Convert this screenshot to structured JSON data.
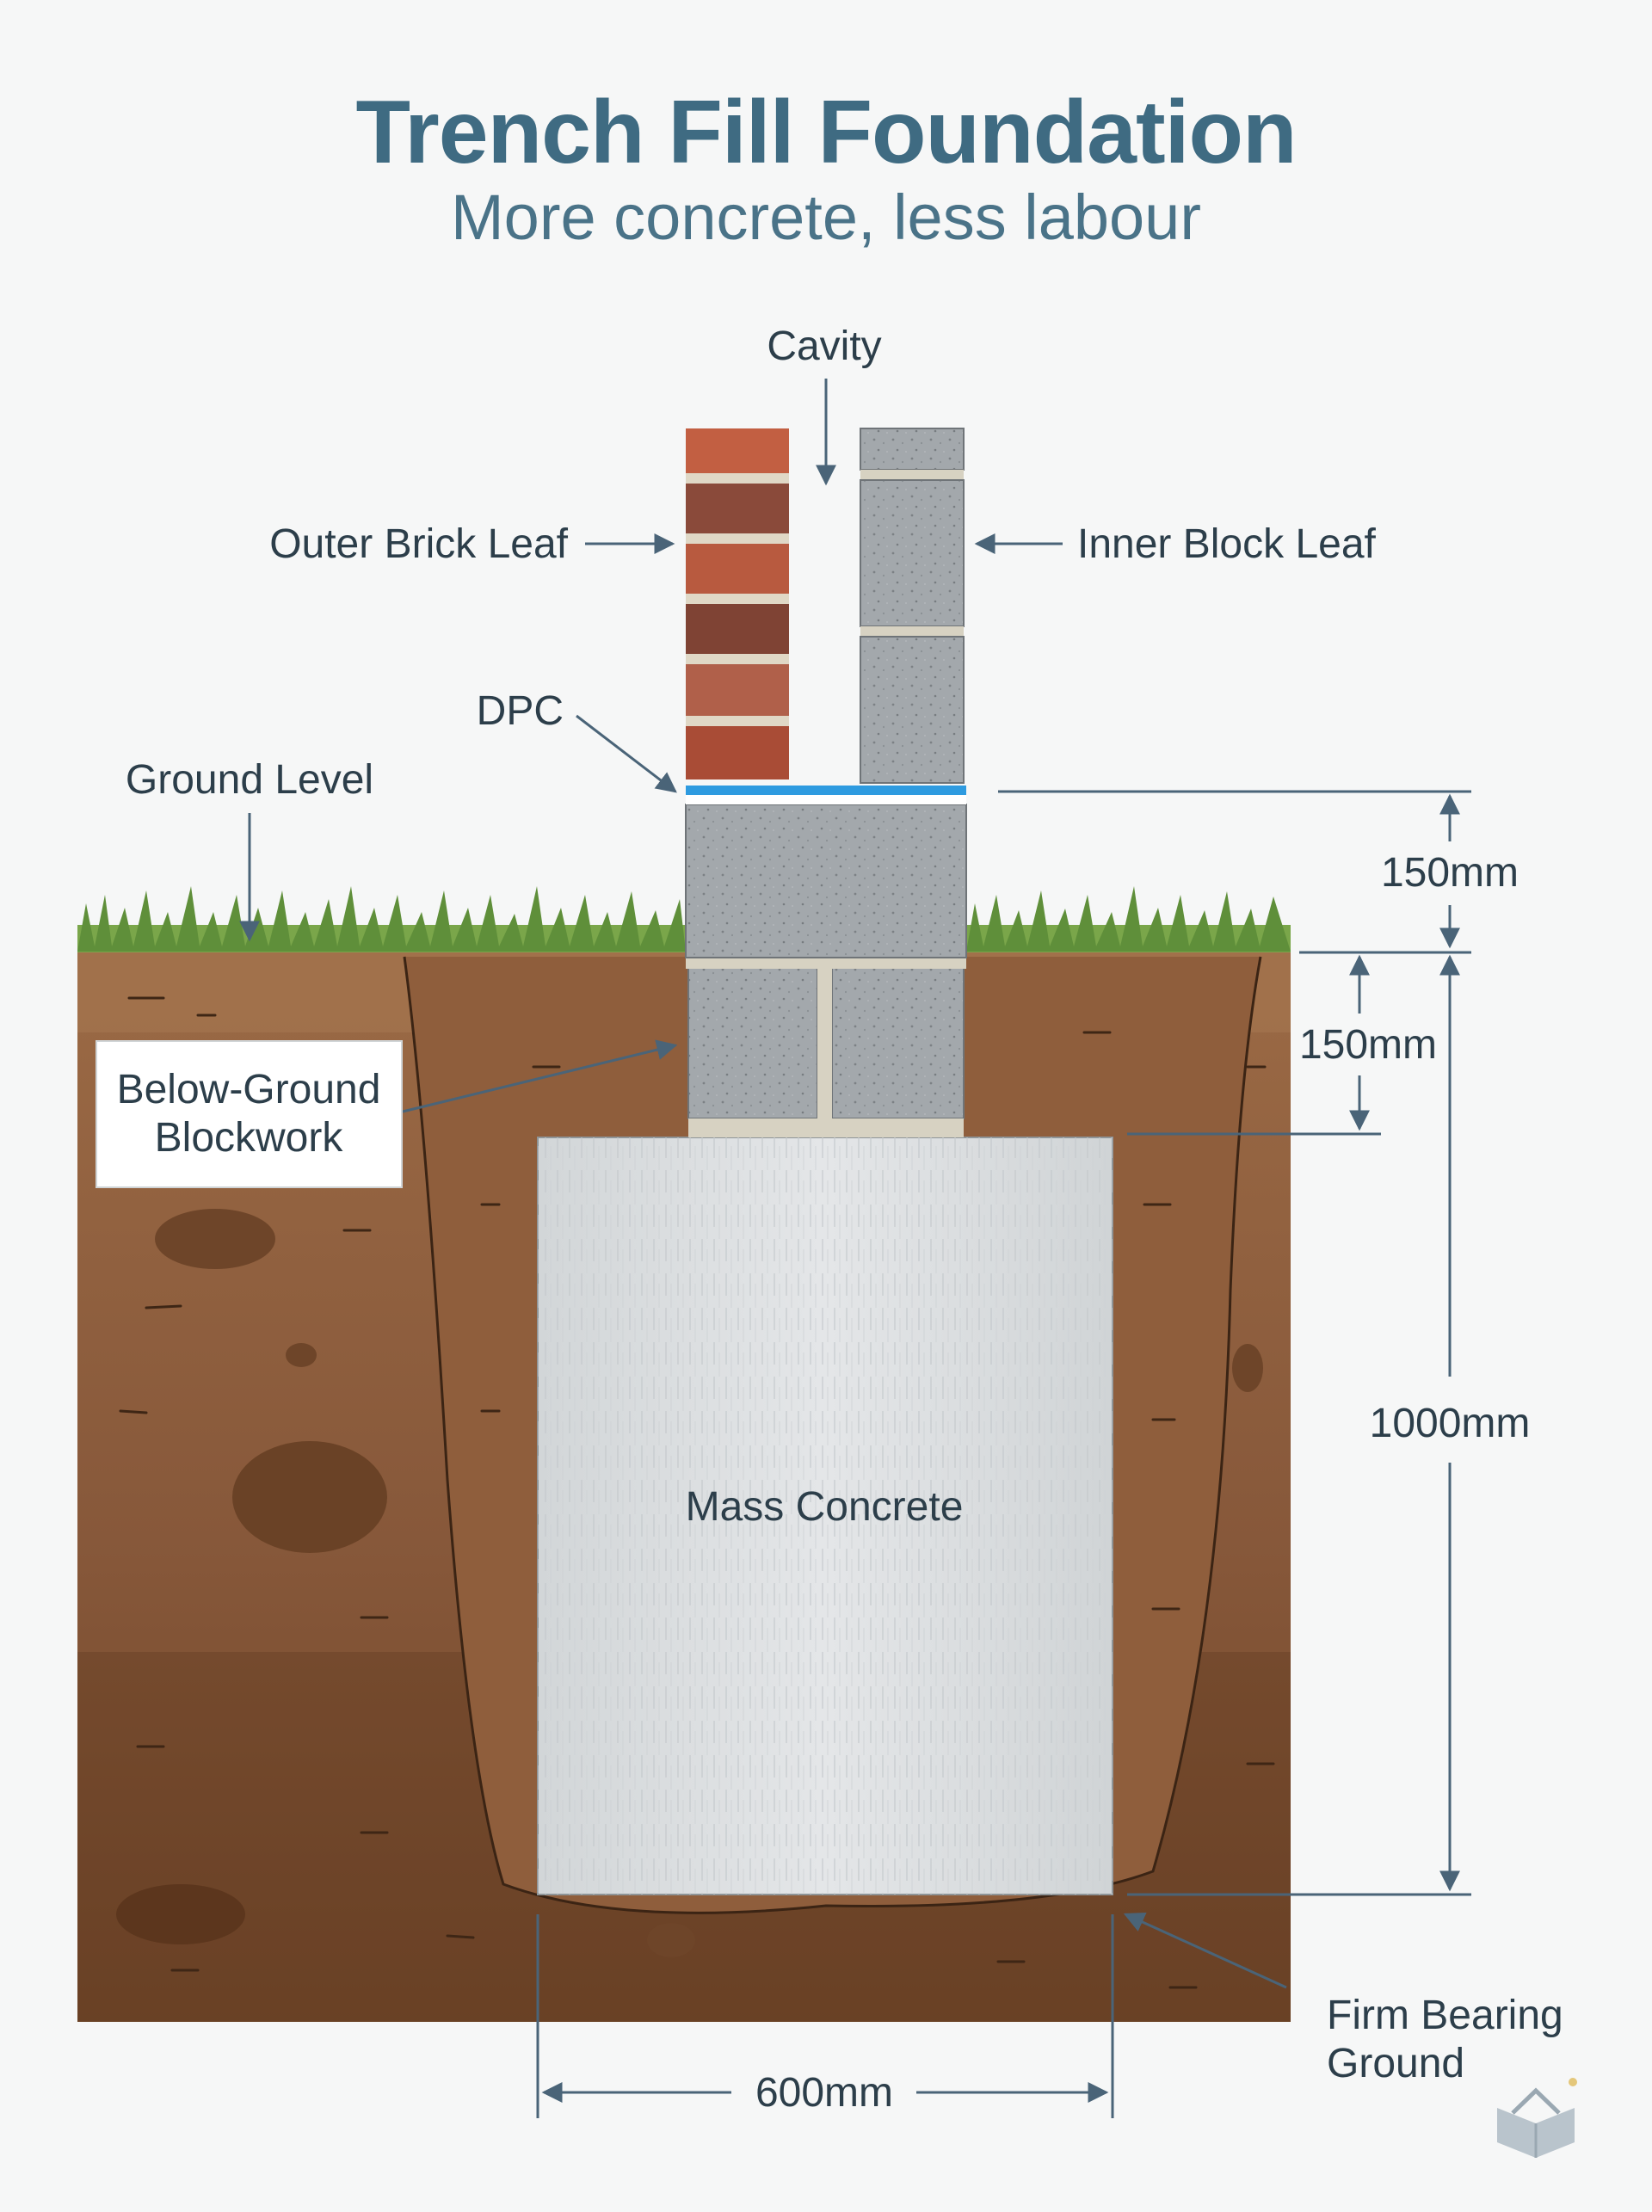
{
  "header": {
    "title": "Trench Fill Foundation",
    "subtitle": "More concrete, less labour"
  },
  "labels": {
    "cavity": "Cavity",
    "outer_leaf": "Outer Brick Leaf",
    "inner_leaf": "Inner Block Leaf",
    "dpc": "DPC",
    "ground_level": "Ground Level",
    "below_ground_line1": "Below-Ground",
    "below_ground_line2": "Blockwork",
    "mass_concrete": "Mass Concrete",
    "firm_ground_line1": "Firm Bearing",
    "firm_ground_line2": "Ground"
  },
  "dimensions": {
    "dpc_above_ground": "150mm",
    "blockwork_below_ground": "150mm",
    "trench_depth": "1000mm",
    "trench_width": "600mm"
  },
  "colors": {
    "title": "#3f6b82",
    "annotation": "#4a6478",
    "soil": "#8a5a38",
    "grass": "#6f9a42",
    "concrete": "#dcdfe1",
    "block": "#9aa0a4",
    "brick": "#a6533b",
    "dpc": "#2e9be0"
  },
  "icons": {
    "logo": "open-book-house-icon"
  }
}
